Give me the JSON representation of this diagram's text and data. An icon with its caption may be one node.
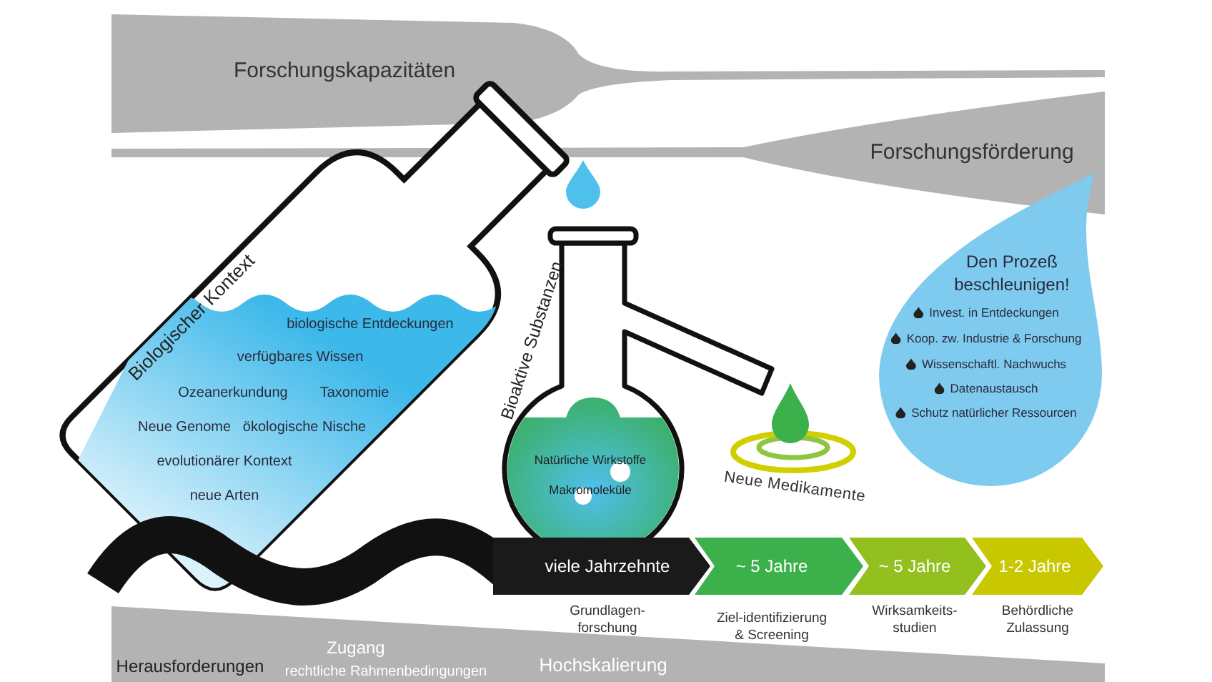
{
  "diagram": {
    "nodes": [
      {
        "text": [
          "Forschungskapazitäten"
        ]
      },
      {
        "text": [
          "Forschungsförderung"
        ]
      },
      {
        "text": [
          "Biologischer Kontext",
          "biologische Entdeckungen",
          "verfügbares Wissen",
          "Ozeanerkundung",
          "Taxonomie",
          "Neue Genome",
          "ökologische Nische",
          "evolutionärer Kontext",
          "neue Arten"
        ]
      },
      {
        "text": [
          "Bioaktive Substanzen",
          "Natürliche Wirkstoffe",
          "Makromoleküle"
        ]
      },
      {
        "text": [],
        "shape": "picture",
        "beside": [
          "Neue Medikamente"
        ]
      },
      {
        "text": [
          "Den Prozeß beschleunigen!",
          "Invest. in Entdeckungen",
          "Koop. zw. Industrie & Forschung",
          "Wissenschaftl. Nachwuchs",
          "Datenaustausch",
          "Schutz natürlicher Ressourcen"
        ]
      },
      {
        "text": [
          "viele Jahrzehnte"
        ]
      },
      {
        "text": [
          "~ 5 Jahre"
        ]
      },
      {
        "text": [
          "~ 5 Jahre"
        ]
      },
      {
        "text": [
          "1-2 Jahre"
        ]
      },
      {
        "text": [
          "Herausforderungen",
          "Zugang",
          "rechtliche Rahmenbedingungen",
          "Hochskalierung"
        ]
      }
    ],
    "labels": [
      "Grundlagen-forschung",
      "Ziel-identifizierung & Screening",
      "Wirksamkeits-studien",
      "Behördliche Zulassung"
    ]
  }
}
